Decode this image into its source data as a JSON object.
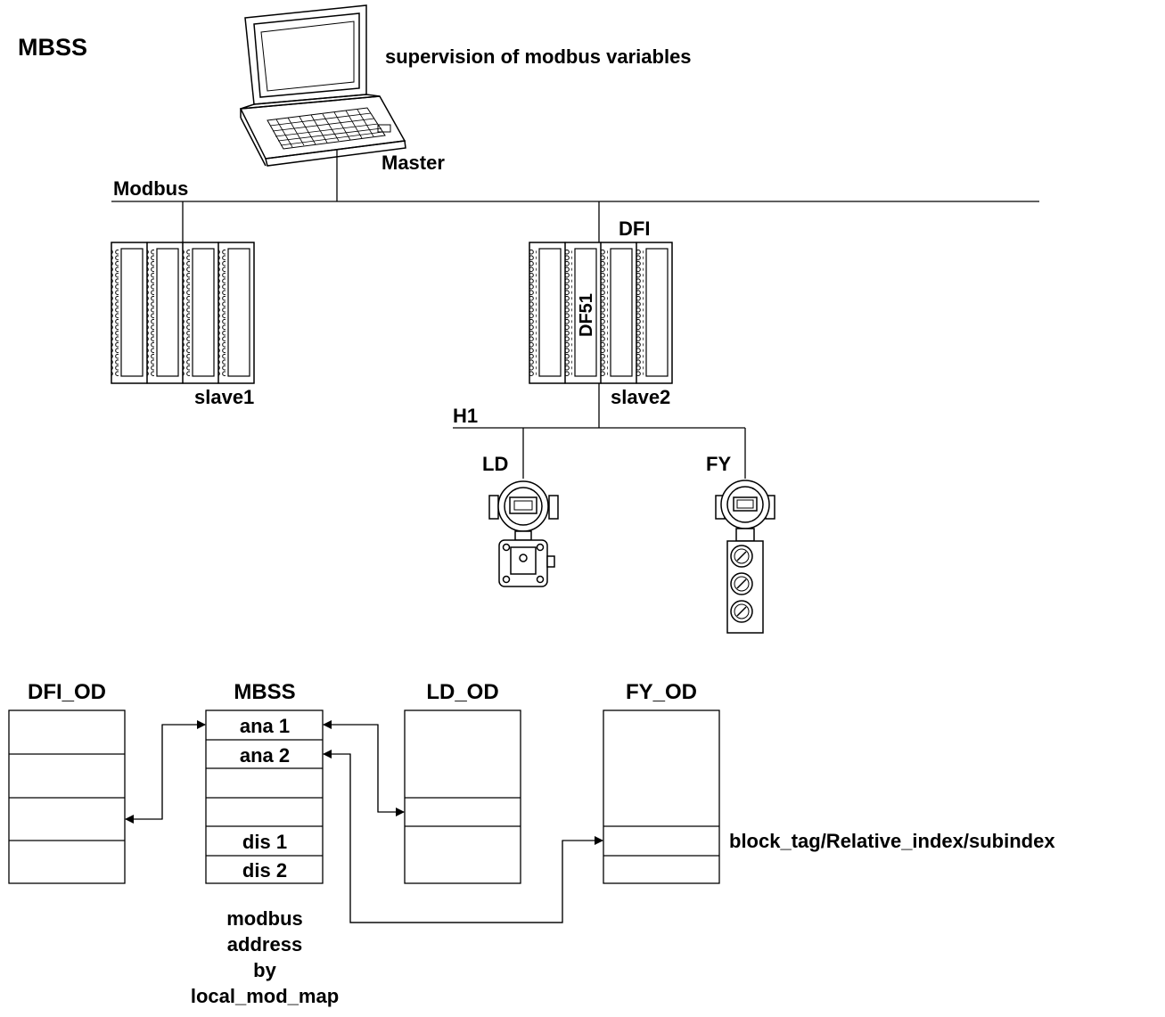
{
  "title": "MBSS",
  "supervision_label": "supervision of modbus variables",
  "master_label": "Master",
  "modbus_label": "Modbus",
  "dfi_label": "DFI",
  "df51_label": "DF51",
  "slave1_label": "slave1",
  "slave2_label": "slave2",
  "h1_label": "H1",
  "ld_label": "LD",
  "fy_label": "FY",
  "tables": {
    "dfi_od": {
      "title": "DFI_OD"
    },
    "mbss": {
      "title": "MBSS",
      "rows": [
        "ana 1",
        "ana 2",
        "",
        "",
        "dis 1",
        "dis 2"
      ]
    },
    "ld_od": {
      "title": "LD_OD"
    },
    "fy_od": {
      "title": "FY_OD"
    }
  },
  "block_tag_label": "block_tag/Relative_index/subindex",
  "address_note": [
    "modbus",
    "address",
    "by",
    "local_mod_map"
  ]
}
